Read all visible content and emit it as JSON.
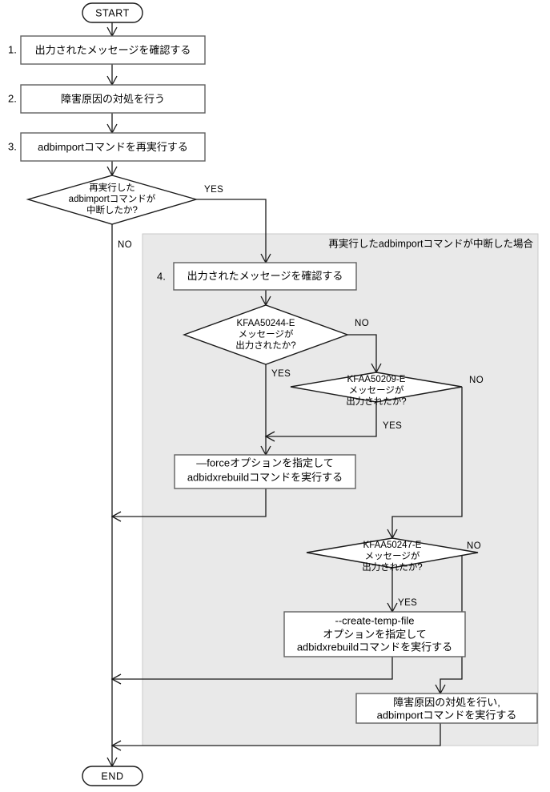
{
  "diagram": {
    "title": "adbimport command interruption recovery flowchart",
    "type": "flowchart",
    "colors": {
      "shaded_region_fill": "#e9e9e9",
      "shaded_region_border": "#c9c9c9",
      "box_border": "#606060",
      "line": "#1a1a1a",
      "box_fill": "#ffffff",
      "text": "#000000"
    }
  },
  "terminators": {
    "start": "START",
    "end": "END"
  },
  "steps": {
    "n1": "1.",
    "n2": "2.",
    "n3": "3.",
    "n4": "4."
  },
  "boxes": {
    "step1": {
      "number": "1.",
      "lines": [
        "出力されたメッセージを確認する"
      ]
    },
    "step2": {
      "number": "2.",
      "lines": [
        "障害原因の対処を行う"
      ]
    },
    "step3": {
      "number": "3.",
      "lines": [
        "adbimportコマンドを再実行する"
      ]
    },
    "step4": {
      "number": "4.",
      "lines": [
        "出力されたメッセージを確認する"
      ]
    },
    "force_rebuild": {
      "lines": [
        "—forceオプションを指定して",
        "adbidxrebuildコマンドを実行する"
      ]
    },
    "create_temp_file_rebuild": {
      "lines": [
        "--create-temp-file",
        "オプションを指定して",
        "adbidxrebuildコマンドを実行する"
      ]
    },
    "handle_cause_and_import": {
      "lines": [
        "障害原因の対処を行い,",
        "adbimportコマンドを実行する"
      ]
    }
  },
  "decisions": {
    "interrupted": {
      "lines": [
        "再実行した",
        "adbimportコマンドが",
        "中断したか?"
      ],
      "yes_label": "YES",
      "no_label": "NO"
    },
    "kfaa50244e": {
      "lines": [
        "KFAA50244-E",
        "メッセージが",
        "出力されたか?"
      ],
      "yes_label": "YES",
      "no_label": "NO"
    },
    "kfaa50209e": {
      "lines": [
        "KFAA50209-E",
        "メッセージが",
        "出力されたか?"
      ],
      "yes_label": "YES",
      "no_label": "NO"
    },
    "kfaa50247e": {
      "lines": [
        "KFAA50247-E",
        "メッセージが",
        "出力されたか?"
      ],
      "yes_label": "YES",
      "no_label": "NO"
    }
  },
  "region": {
    "caption": "再実行したadbimportコマンドが中断した場合"
  },
  "edge_labels": {
    "interrupted_yes": "YES",
    "interrupted_no": "NO",
    "d244_no": "NO",
    "d244_yes": "YES",
    "d209_no": "NO",
    "d209_yes": "YES",
    "d247_no": "NO",
    "d247_yes": "YES"
  }
}
